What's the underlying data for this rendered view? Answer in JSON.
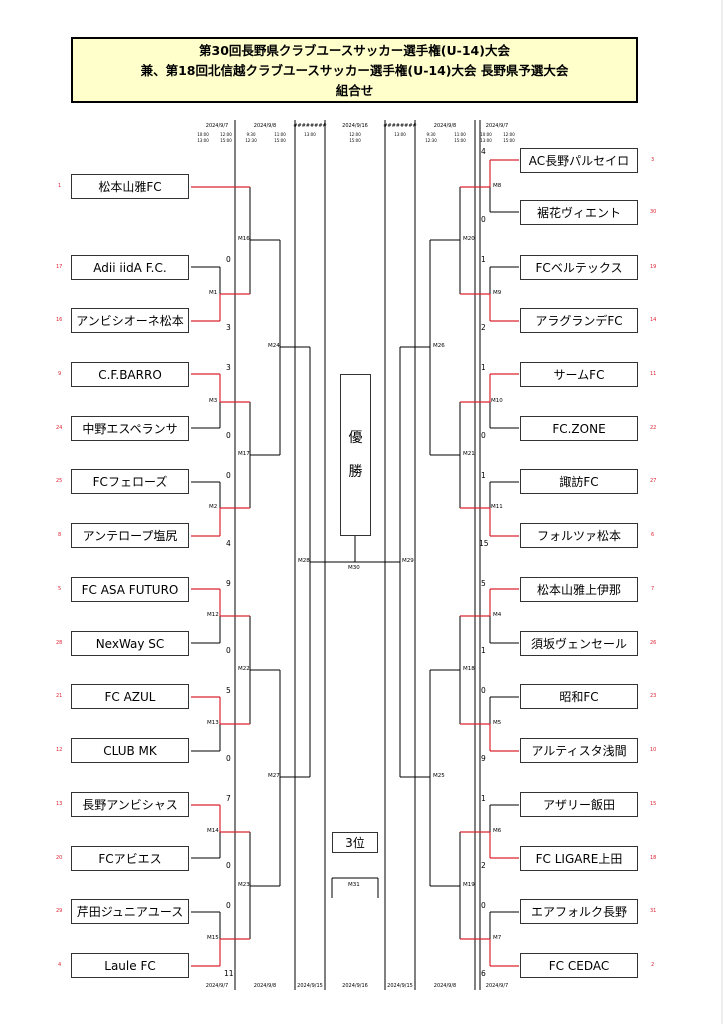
{
  "header": {
    "line1": "第30回長野県クラブユースサッカー選手権(U-14)大会",
    "line2": "兼、第18回北信越クラブユースサッカー選手権(U-14)大会 長野県予選大会",
    "line3": "組合せ"
  },
  "final": {
    "label_1": "優",
    "label_2": "勝",
    "match": "M30"
  },
  "third_place": {
    "label": "3位",
    "match": "M31"
  },
  "dates_top": [
    "2024/9/7",
    "2024/9/8",
    "########",
    "2024/9/16",
    "########",
    "2024/9/8",
    "2024/9/7"
  ],
  "times_top": [
    [
      "10:00",
      "13:00"
    ],
    [
      "12:00",
      "15:00"
    ],
    [
      "9:30",
      "12:30"
    ],
    [
      "11:00",
      "15:00"
    ],
    [
      "13:00"
    ],
    [
      "12:00",
      "15:00"
    ],
    [
      "13:00"
    ],
    [
      "9:30",
      "12:30"
    ],
    [
      "11:00",
      "15:00"
    ],
    [
      "10:00",
      "13:00"
    ],
    [
      "12:00",
      "15:00"
    ]
  ],
  "dates_bottom": [
    "2024/9/7",
    "2024/9/8",
    "2024/9/15",
    "2024/9/16",
    "2024/9/15",
    "2024/9/8",
    "2024/9/7"
  ],
  "left_teams": [
    {
      "seed": "1",
      "name": "松本山雅FC"
    },
    {
      "seed": "17",
      "name": "Adii iidA F.C.",
      "score": "0"
    },
    {
      "seed": "16",
      "name": "アンビシオーネ松本",
      "score": "3"
    },
    {
      "seed": "9",
      "name": "C.F.BARRO",
      "score": "3"
    },
    {
      "seed": "24",
      "name": "中野エスペランサ",
      "score": "0"
    },
    {
      "seed": "25",
      "name": "FCフェローズ",
      "score": "0"
    },
    {
      "seed": "8",
      "name": "アンテロープ塩尻",
      "score": "4"
    },
    {
      "seed": "5",
      "name": "FC ASA FUTURO",
      "score": "9"
    },
    {
      "seed": "28",
      "name": "NexWay SC",
      "score": "0"
    },
    {
      "seed": "21",
      "name": "FC AZUL",
      "score": "5"
    },
    {
      "seed": "12",
      "name": "CLUB MK",
      "score": "0"
    },
    {
      "seed": "13",
      "name": "長野アンビシャス",
      "score": "7"
    },
    {
      "seed": "20",
      "name": "FCアビエス",
      "score": "0"
    },
    {
      "seed": "29",
      "name": "芹田ジュニアユース",
      "score": "0"
    },
    {
      "seed": "4",
      "name": "Laule FC",
      "score": "11"
    }
  ],
  "right_teams": [
    {
      "seed": "3",
      "name": "AC長野パルセイロ",
      "score": "4"
    },
    {
      "seed": "30",
      "name": "裾花ヴィエント",
      "score": "0"
    },
    {
      "seed": "19",
      "name": "FCベルテックス",
      "score": "1"
    },
    {
      "seed": "14",
      "name": "アラグランデFC",
      "score": "2"
    },
    {
      "seed": "11",
      "name": "サームFC",
      "score": "1"
    },
    {
      "seed": "22",
      "name": "FC.ZONE",
      "score": "0"
    },
    {
      "seed": "27",
      "name": "諏訪FC",
      "score": "1"
    },
    {
      "seed": "6",
      "name": "フォルツァ松本",
      "score": "15"
    },
    {
      "seed": "7",
      "name": "松本山雅上伊那",
      "score": "5"
    },
    {
      "seed": "26",
      "name": "須坂ヴェンセール",
      "score": "1"
    },
    {
      "seed": "23",
      "name": "昭和FC",
      "score": "0"
    },
    {
      "seed": "10",
      "name": "アルティスタ浅間",
      "score": "9"
    },
    {
      "seed": "15",
      "name": "アザリー飯田",
      "score": "1"
    },
    {
      "seed": "18",
      "name": "FC LIGARE上田",
      "score": "2"
    },
    {
      "seed": "31",
      "name": "エアフォルク長野",
      "score": "0"
    },
    {
      "seed": "2",
      "name": "FC CEDAC",
      "score": "6"
    }
  ],
  "matches_left": [
    "M16",
    "M1",
    "M24",
    "M3",
    "M17",
    "M2",
    "M28",
    "M12",
    "M22",
    "M13",
    "M27",
    "M14",
    "M23",
    "M15"
  ],
  "matches_right": [
    "M8",
    "M20",
    "M9",
    "M26",
    "M10",
    "M21",
    "M11",
    "M29",
    "M4",
    "M18",
    "M5",
    "M25",
    "M6",
    "M19",
    "M7"
  ]
}
